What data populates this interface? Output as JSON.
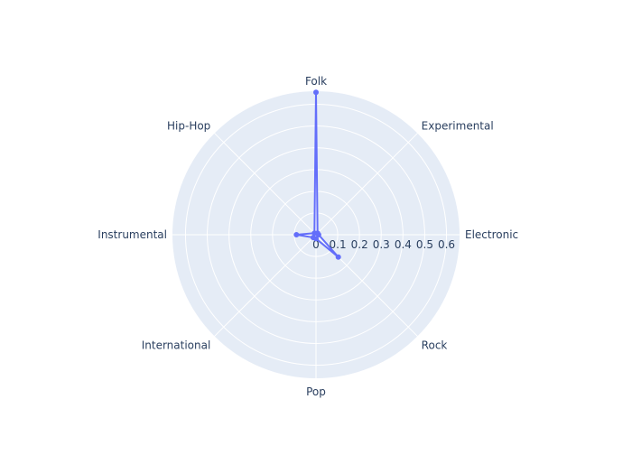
{
  "chart_data": {
    "type": "radar",
    "categories": [
      "Electronic",
      "Experimental",
      "Folk",
      "Hip-Hop",
      "Instrumental",
      "International",
      "Pop",
      "Rock"
    ],
    "series": [
      {
        "values": [
          0.012,
          0.01,
          0.655,
          0.01,
          0.09,
          0.018,
          0.018,
          0.145
        ],
        "color": "#636efa"
      }
    ],
    "radial_axis": {
      "range": [
        0,
        0.66
      ],
      "ticks": [
        0,
        0.1,
        0.2,
        0.3,
        0.4,
        0.5,
        0.6
      ],
      "tick_labels": [
        "0",
        "0.1",
        "0.2",
        "0.3",
        "0.4",
        "0.5",
        "0.6"
      ]
    },
    "background_color": "#e5ecf6",
    "grid_color": "#ffffff",
    "text_color": "#2a3f5f",
    "grid": true,
    "legend": false
  }
}
